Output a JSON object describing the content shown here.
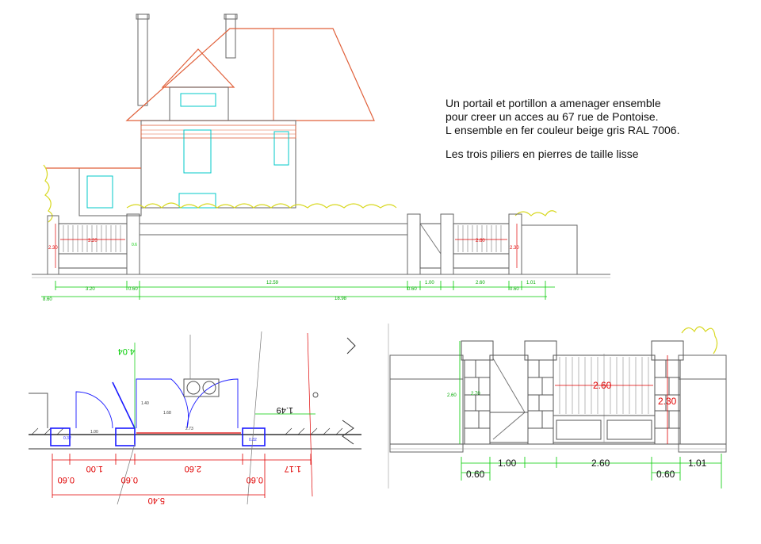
{
  "notes": {
    "line1": "Un portail et portillon a amenager ensemble",
    "line2": "pour creer un acces au 67 rue de Pontoise.",
    "line3": "L ensemble en fer couleur beige gris RAL 7006.",
    "line4": "Les trois  piliers en pierres  de taille lisse"
  },
  "elevation": {
    "gate_width_label": "3.20",
    "gate_height_label": "2.30",
    "right_gate_width_label": "2.60",
    "right_gate_height_label": "2.30",
    "dims_row1": [
      "3.20",
      "0.60",
      "12.59",
      "0.60",
      "1.00",
      "2.60",
      "0.60",
      "1.01"
    ],
    "dims_row2_left": "8.60",
    "dims_row2_total": "18.98",
    "small_label": "0.6"
  },
  "plan": {
    "top_right_label": "4.04",
    "diag_label": "1.49",
    "small_labels": [
      "0.32",
      "1.00",
      "1.40",
      "1.68",
      "2.73",
      "0.32"
    ],
    "dims_row1": [
      "1.00",
      "2.60",
      "1.17"
    ],
    "dims_row2": [
      "0.60",
      "0.60",
      "0.60"
    ],
    "total": "5.40"
  },
  "detail": {
    "height_left": "2.60",
    "height_inner": "2.70",
    "gate_width": "2.60",
    "gate_height": "2.30",
    "dims_row1": [
      "1.00",
      "2.60",
      "1.01"
    ],
    "dims_row2": [
      "0.60",
      "0.60"
    ]
  },
  "colors": {
    "roof": "#e0603a",
    "dimension": "#00cc00",
    "plan_dimension": "#e00000",
    "plan_pillar": "#1a1aff",
    "foliage": "#d8d820",
    "windows": "#00c8c8",
    "lines": "#555555"
  }
}
